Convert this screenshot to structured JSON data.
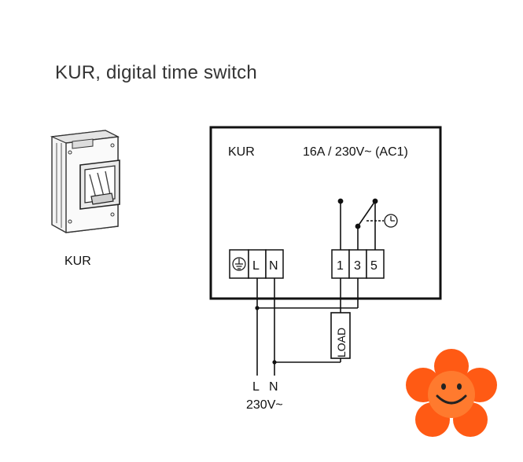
{
  "title": "KUR, digital time switch",
  "product": {
    "label": "KUR",
    "icon": "time-switch-device-icon"
  },
  "wiring": {
    "box_model": "KUR",
    "rating": "16A / 230V~ (AC1)",
    "terminals_left": {
      "earth_icon": "earth-ground-icon",
      "l": "L",
      "n": "N"
    },
    "terminals_right": [
      "1",
      "3",
      "5"
    ],
    "clock_icon": "clock-icon",
    "load_label": "LOAD",
    "supply": {
      "l": "L",
      "n": "N",
      "voltage": "230V~"
    }
  },
  "decoration": {
    "mascot_icon": "smiling-flower-icon",
    "petal_color": "#ff5a14",
    "center_color": "#ff7a2e"
  }
}
